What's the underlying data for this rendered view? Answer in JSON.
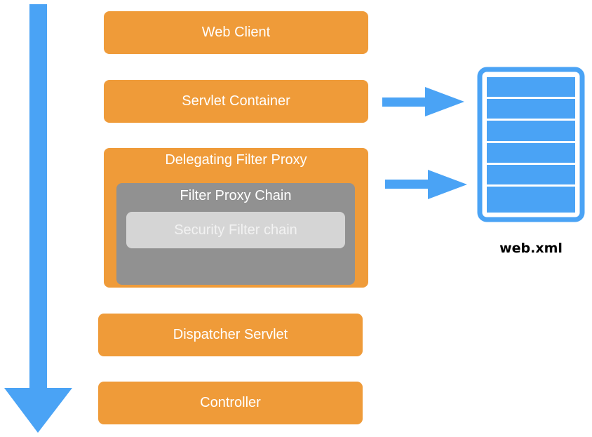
{
  "nodes": {
    "web_client": "Web Client",
    "servlet_container": "Servlet Container",
    "delegating_filter_proxy": "Delegating Filter Proxy",
    "filter_proxy_chain": "Filter Proxy Chain",
    "security_filter_chain": "Security Filter chain",
    "dispatcher_servlet": "Dispatcher Servlet",
    "controller": "Controller"
  },
  "web_xml_label": "web.xml",
  "colors": {
    "box": "#ef9b39",
    "inner_box": "#919191",
    "innermost_box": "#d5d5d5",
    "arrow": "#4aa3f5",
    "document_fill": "#4aa3f5"
  },
  "icons": {
    "document": "web-xml-document-icon"
  }
}
